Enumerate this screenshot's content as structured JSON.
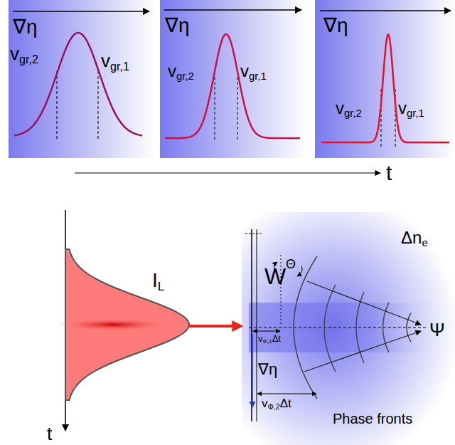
{
  "diagram": {
    "labels": [
      "∇η",
      "vgr,2",
      "vgr,1",
      "∇η",
      "vgr,2",
      "vgr,1",
      "∇η",
      "vgr,2",
      "vgr,1",
      "t",
      "W",
      "Θ",
      "Δne",
      "IL",
      "Ψ",
      "vΦ,1Δt",
      "∇η",
      "vΦ,2Δt",
      "t",
      "Phase fronts"
    ]
  }
}
